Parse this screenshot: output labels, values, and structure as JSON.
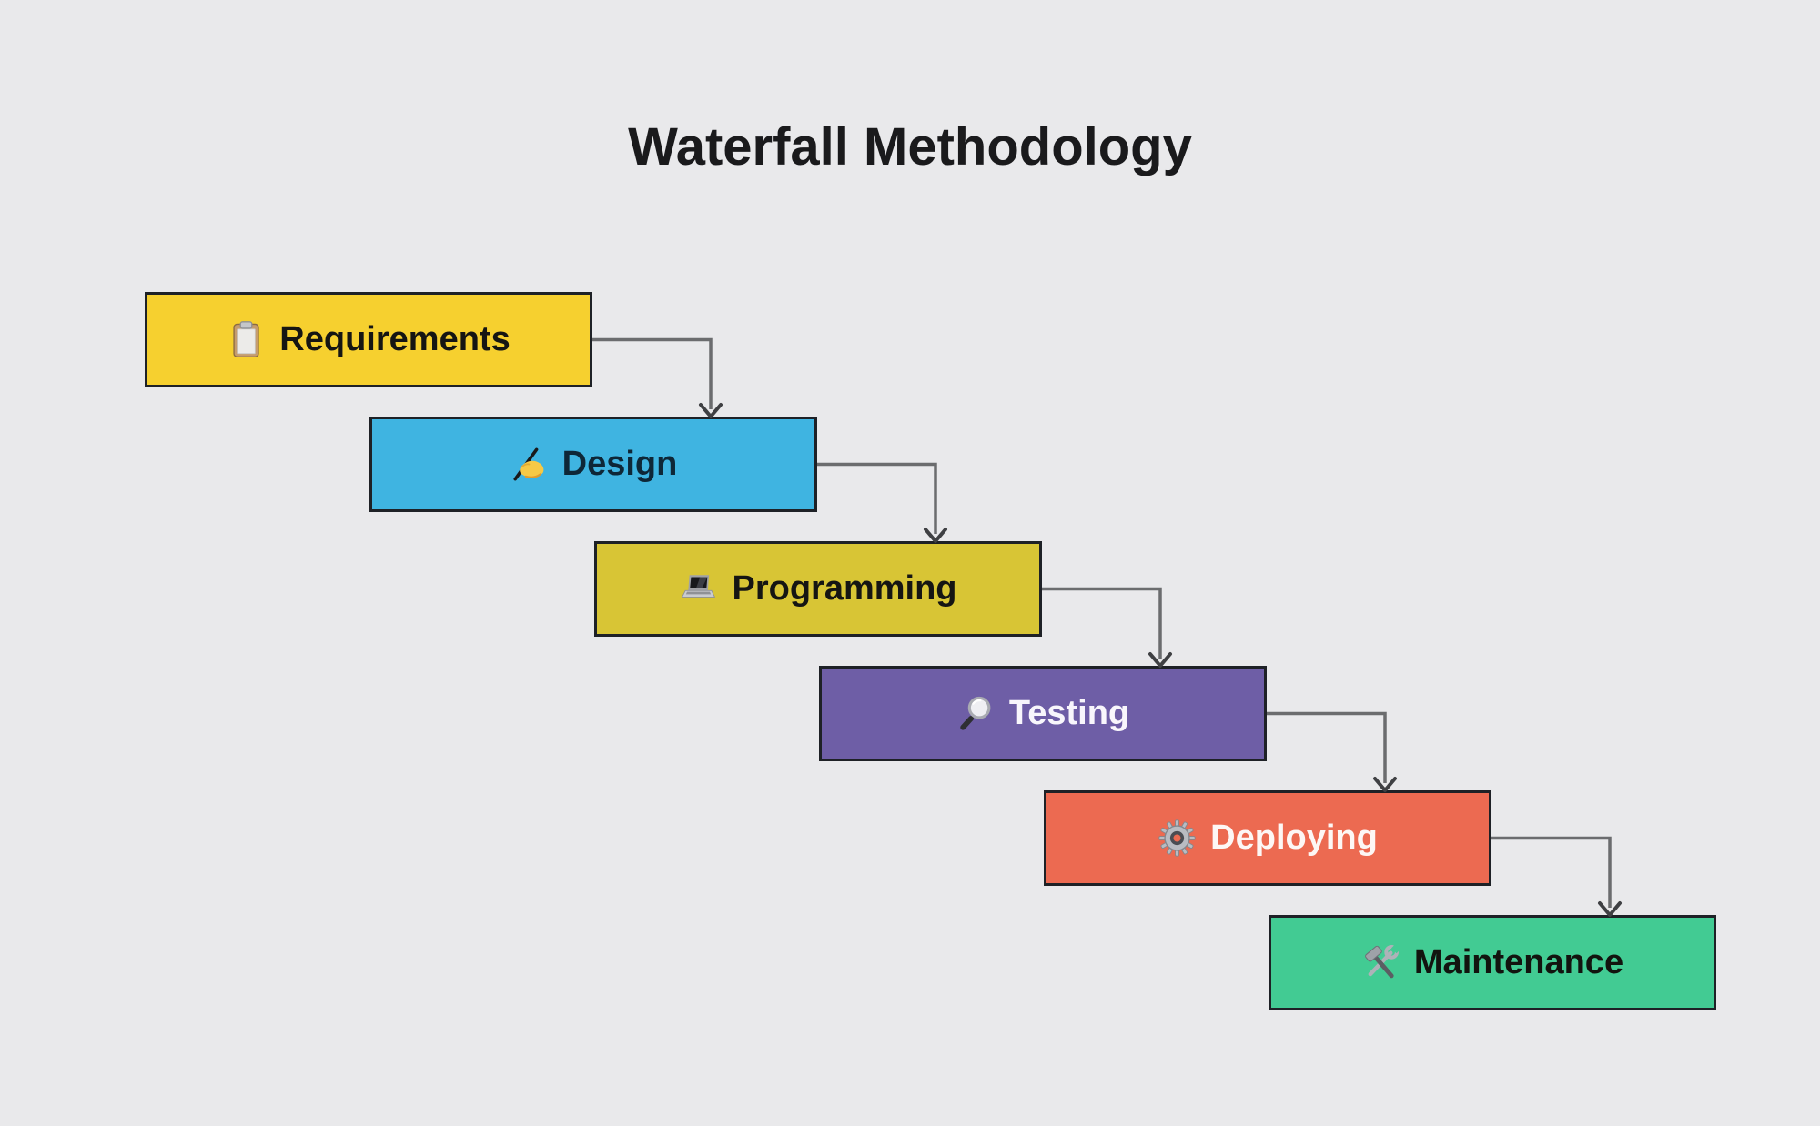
{
  "title": "Waterfall Methodology",
  "canvas": {
    "background": "#E9E9EB",
    "title_color": "#1A1A1C",
    "box_border_color": "#1E2126",
    "connector_color": "#6B6C6E",
    "arrowhead_color": "#3F4043"
  },
  "steps": [
    {
      "label": "Requirements",
      "icon": "clipboard-icon",
      "emoji": "📋",
      "fill": "#F6D02F",
      "text_color": "#151513"
    },
    {
      "label": "Design",
      "icon": "writing-hand-icon",
      "emoji": "✍️",
      "fill": "#3FB4E1",
      "text_color": "#0E2737"
    },
    {
      "label": "Programming",
      "icon": "laptop-icon",
      "emoji": "💻",
      "fill": "#D8C535",
      "text_color": "#151513"
    },
    {
      "label": "Testing",
      "icon": "magnifier-icon",
      "emoji": "🔎",
      "fill": "#6E5EA6",
      "text_color": "#F8F6FC"
    },
    {
      "label": "Deploying",
      "icon": "gear-icon",
      "emoji": "⚙️",
      "fill": "#EC6A51",
      "text_color": "#FDF7F5"
    },
    {
      "label": "Maintenance",
      "icon": "hammer-wrench-icon",
      "emoji": "🛠️",
      "fill": "#42CB93",
      "text_color": "#12140F"
    }
  ]
}
